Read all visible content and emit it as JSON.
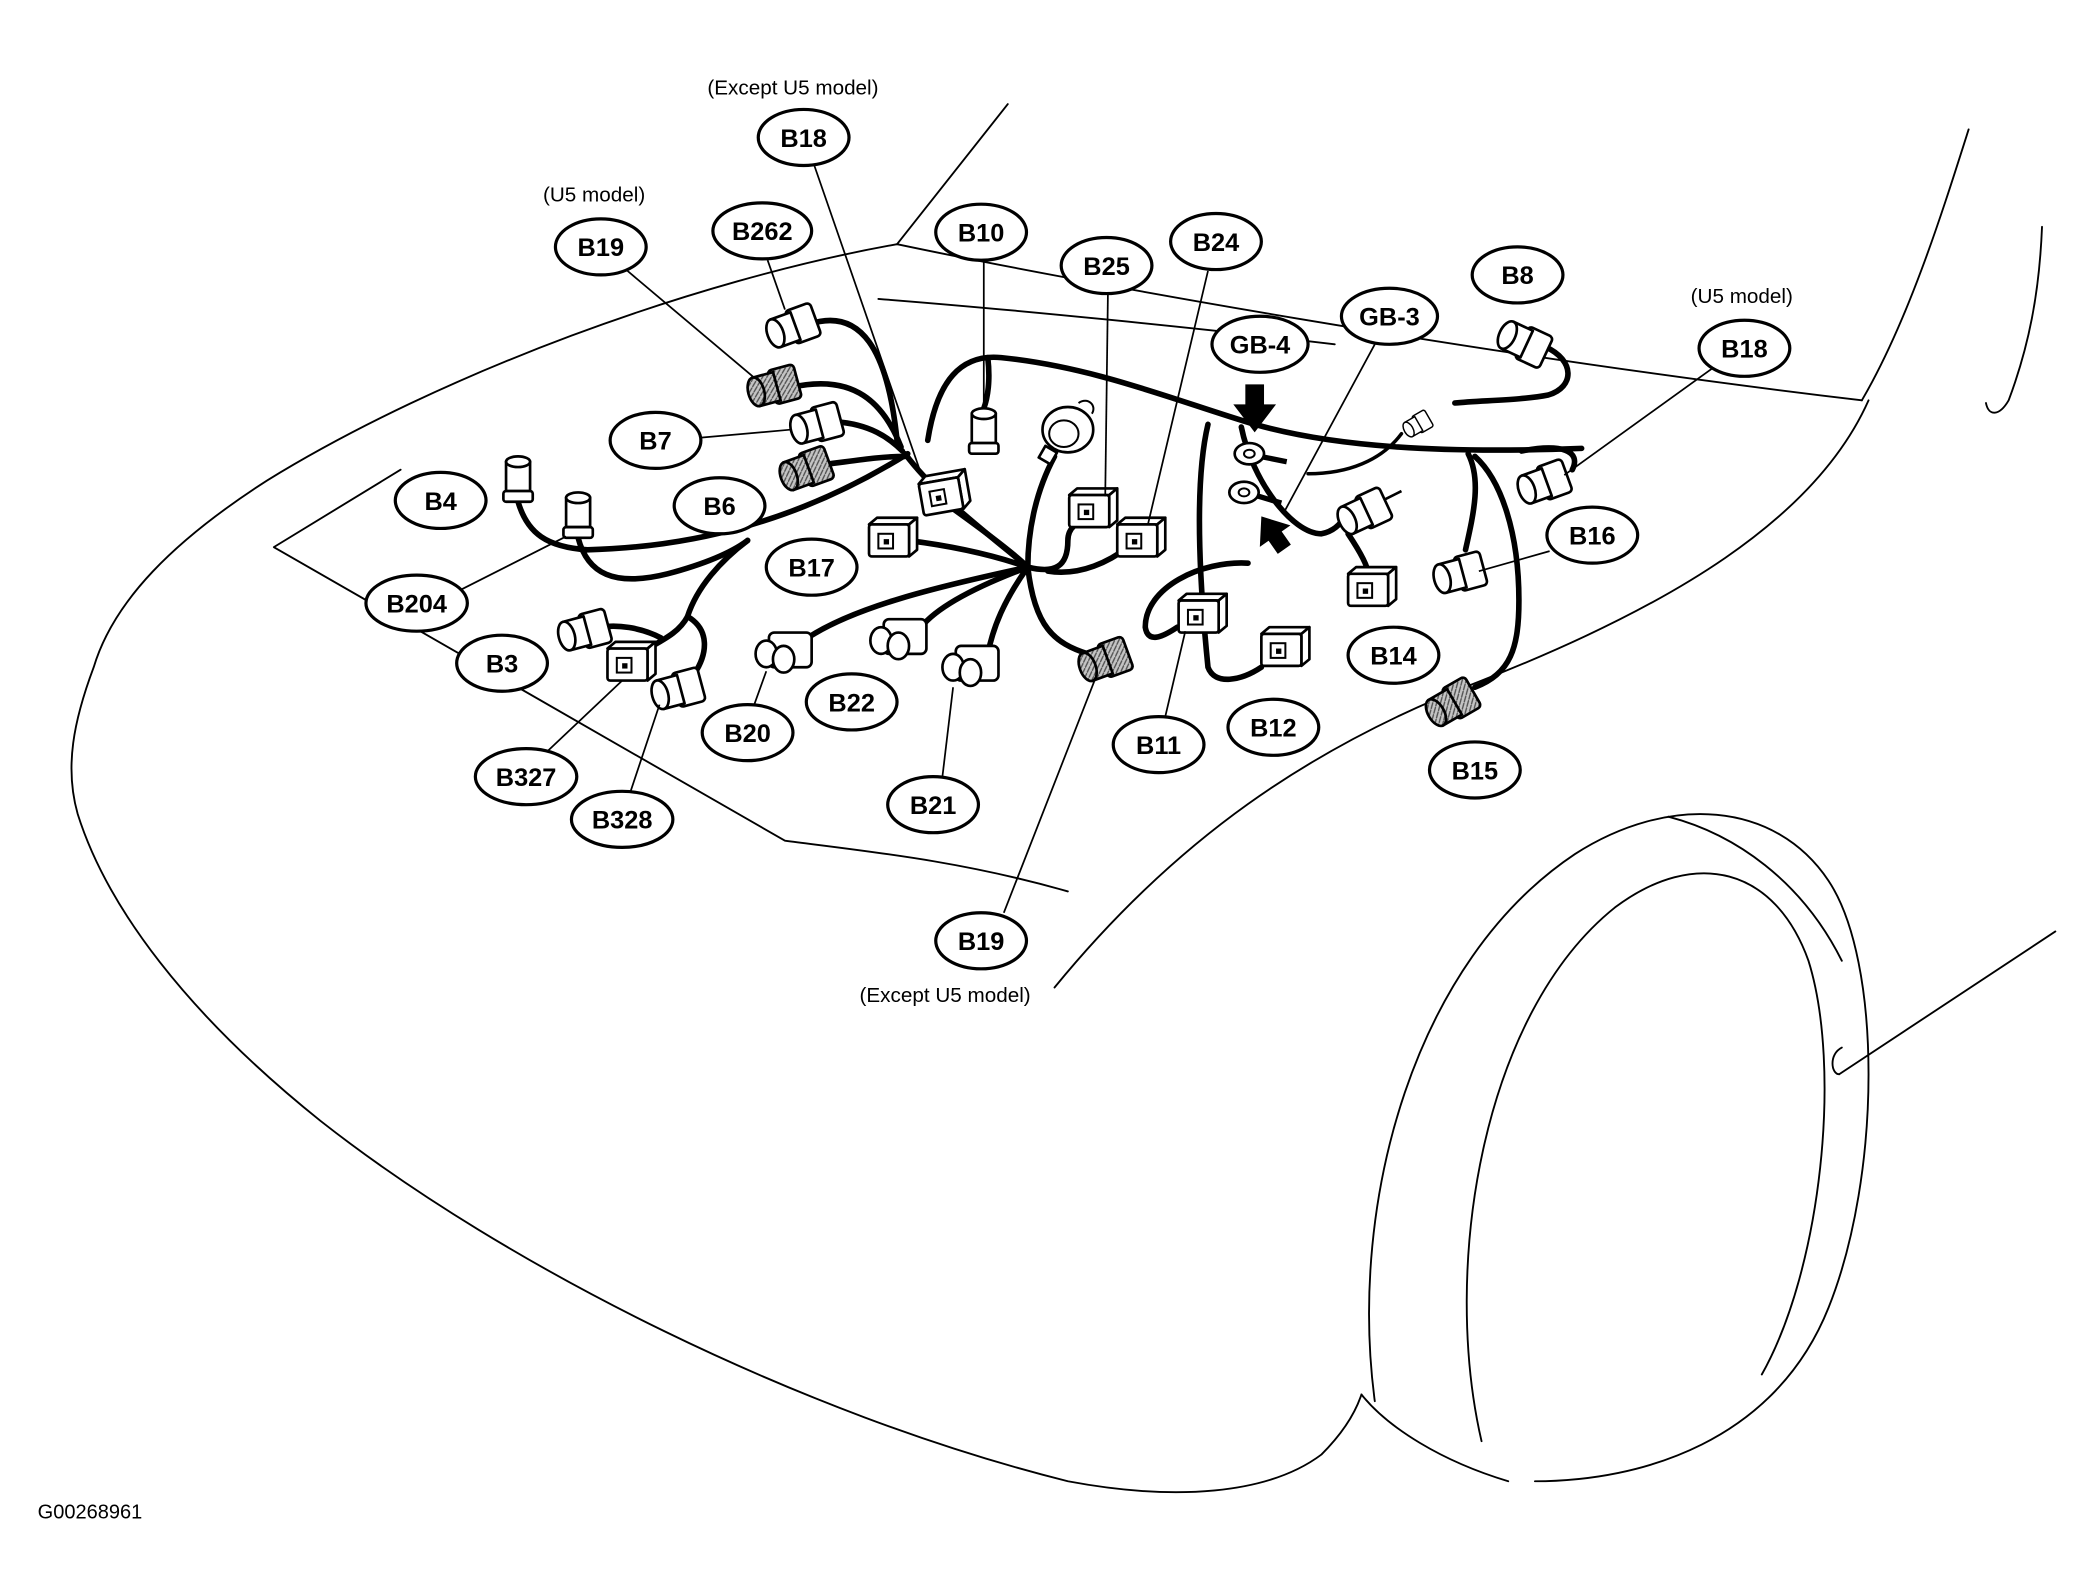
{
  "figure_id": "G00268961",
  "notes": {
    "top_except_u5": "(Except U5 model)",
    "left_u5": "(U5 model)",
    "right_u5": "(U5 model)",
    "bottom_except_u5": "(Except U5 model)"
  },
  "callouts": {
    "b18_except_u5": "B18",
    "b19_u5": "B19",
    "b262": "B262",
    "b10": "B10",
    "b25": "B25",
    "b24": "B24",
    "b8": "B8",
    "b18_u5": "B18",
    "gb4": "GB-4",
    "gb3": "GB-3",
    "b7": "B7",
    "b4": "B4",
    "b6": "B6",
    "b17": "B17",
    "b16": "B16",
    "b204": "B204",
    "b3": "B3",
    "b14": "B14",
    "b22": "B22",
    "b20": "B20",
    "b11": "B11",
    "b12": "B12",
    "b15": "B15",
    "b327": "B327",
    "b328": "B328",
    "b21": "B21",
    "b19_except_u5": "B19"
  }
}
